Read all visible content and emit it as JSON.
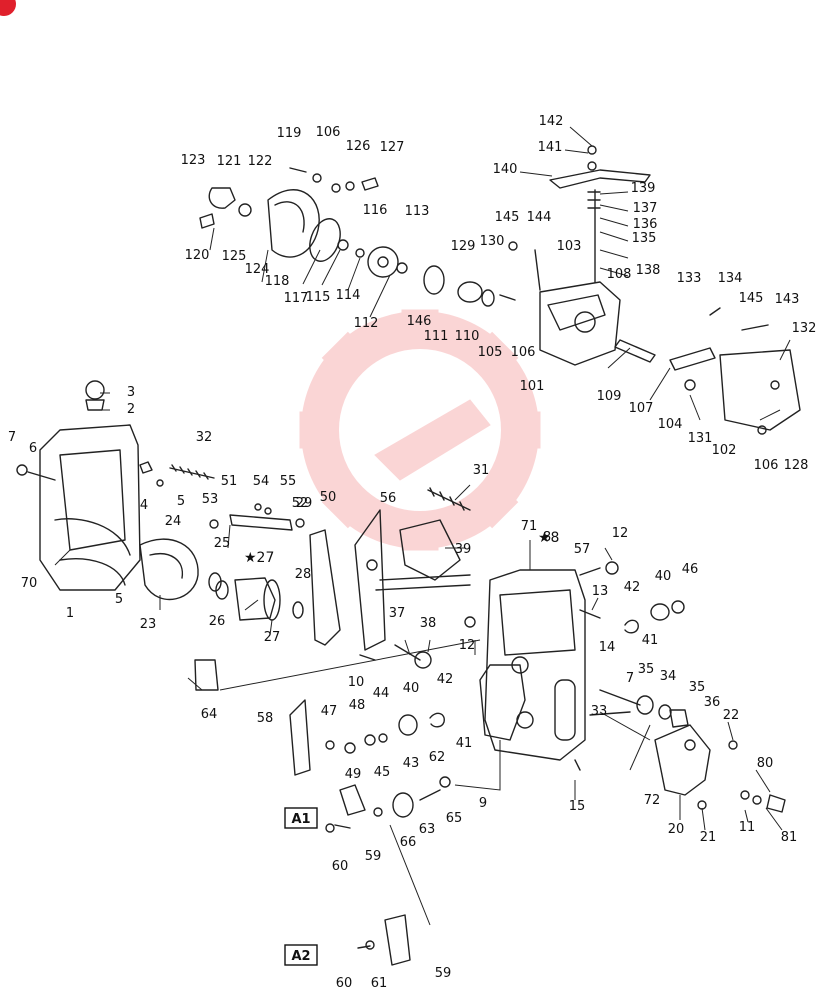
{
  "watermark": {
    "color": "#f06b6b",
    "icon": "gear-wrench-watermark"
  },
  "corner_badge": {
    "color": "#e0202c",
    "icon": "corner-badge-icon"
  },
  "box_labels": [
    "A1",
    "A2"
  ],
  "part_labels": [
    "1",
    "2",
    "3",
    "4",
    "5",
    "5",
    "6",
    "7",
    "7",
    "8",
    "9",
    "10",
    "11",
    "12",
    "12",
    "13",
    "14",
    "15",
    "20",
    "21",
    "22",
    "23",
    "24",
    "25",
    "26",
    "27",
    "28",
    "29",
    "31",
    "32",
    "33",
    "34",
    "35",
    "35",
    "36",
    "37",
    "38",
    "39",
    "40",
    "40",
    "41",
    "41",
    "42",
    "42",
    "43",
    "44",
    "45",
    "46",
    "47",
    "48",
    "49",
    "50",
    "51",
    "52",
    "53",
    "54",
    "55",
    "56",
    "57",
    "58",
    "59",
    "59",
    "60",
    "60",
    "61",
    "62",
    "63",
    "64",
    "65",
    "66",
    "70",
    "71",
    "72",
    "80",
    "81",
    "101",
    "102",
    "103",
    "104",
    "105",
    "106",
    "106",
    "106",
    "107",
    "108",
    "109",
    "110",
    "111",
    "112",
    "113",
    "114",
    "115",
    "116",
    "117",
    "118",
    "119",
    "120",
    "121",
    "122",
    "123",
    "124",
    "125",
    "126",
    "127",
    "128",
    "129",
    "130",
    "131",
    "132",
    "133",
    "134",
    "135",
    "136",
    "137",
    "138",
    "139",
    "140",
    "141",
    "142",
    "143",
    "144",
    "145",
    "145",
    "146"
  ],
  "star_marks": [
    "★27",
    "★8"
  ]
}
